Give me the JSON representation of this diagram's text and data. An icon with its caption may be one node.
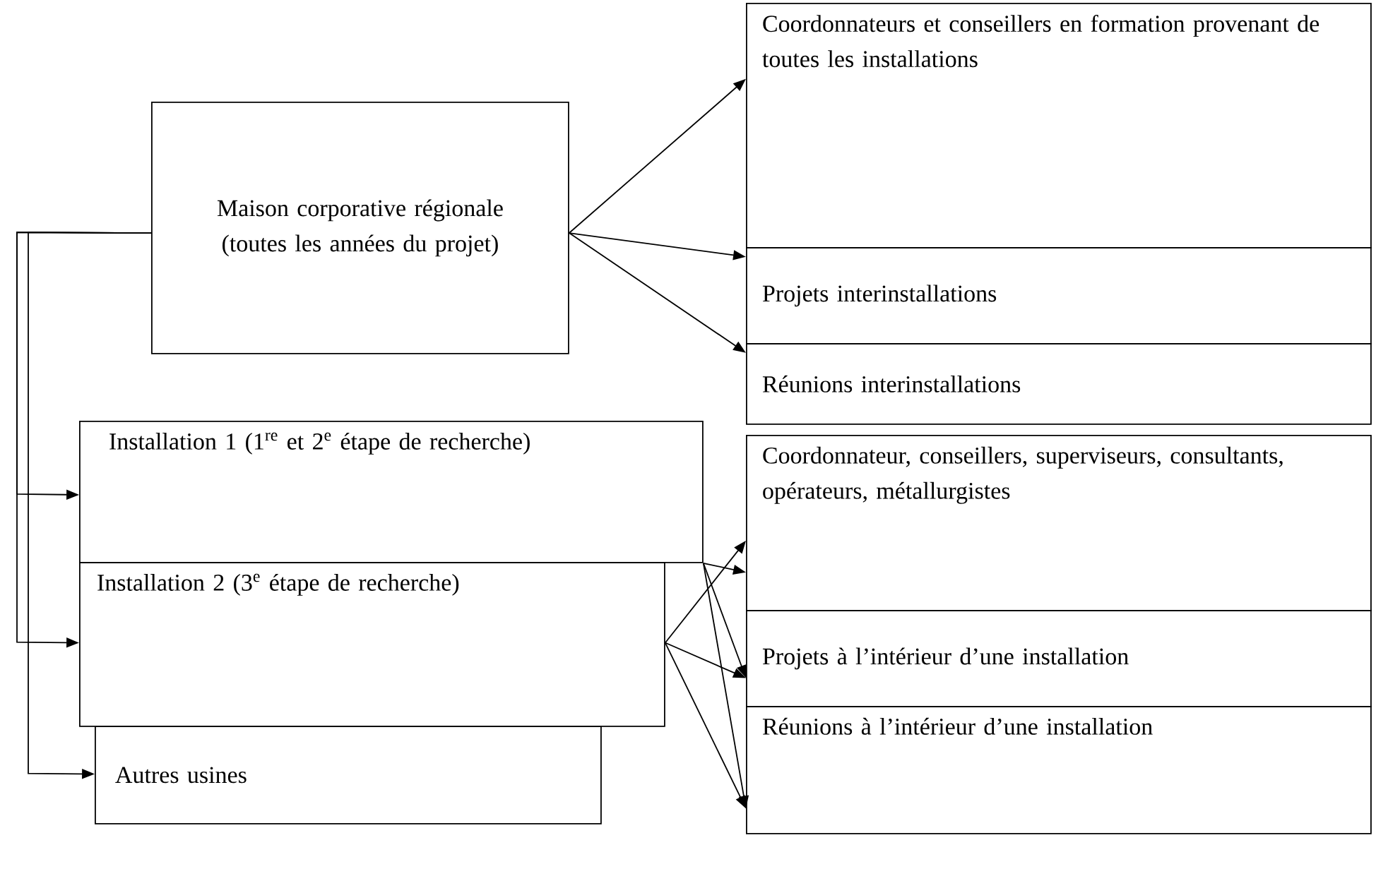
{
  "diagram": {
    "nodes": [
      {
        "text": [
          "Maison corporative régionale (toutes les années du projet)"
        ]
      },
      {
        "text": [
          "Coordonnateurs et conseillers en formation provenant de toutes les installations"
        ]
      },
      {
        "text": [
          "Projets interinstallations"
        ]
      },
      {
        "text": [
          "Réunions interinstallations"
        ]
      },
      {
        "text": [
          "Installation 1 (1$^{re}$ et 2$^{e}$ étape de recherche)"
        ]
      },
      {
        "text": [
          "Installation 2 (3$^{e}$ étape de recherche)"
        ]
      },
      {
        "text": [
          "Autres usines"
        ]
      },
      {
        "text": [
          "Coordonnateur, conseillers, superviseurs, consultants, opérateurs, métallurgistes"
        ]
      },
      {
        "text": [
          "Projets à l’intérieur d’une installation"
        ]
      },
      {
        "text": [
          "Réunions à l’intérieur d’une installation"
        ]
      }
    ],
    "edges": [
      {
        "from": 0,
        "to": 1,
        "arrow": "to"
      },
      {
        "from": 0,
        "to": 2,
        "arrow": "to"
      },
      {
        "from": 0,
        "to": 3,
        "arrow": "to"
      },
      {
        "from": 0,
        "to": 4,
        "arrow": "to"
      },
      {
        "from": 0,
        "to": 5,
        "arrow": "to"
      },
      {
        "from": 0,
        "to": 6,
        "arrow": "to"
      },
      {
        "from": 4,
        "to": 7,
        "arrow": "to"
      },
      {
        "from": 4,
        "to": 8,
        "arrow": "to"
      },
      {
        "from": 4,
        "to": 9,
        "arrow": "to"
      },
      {
        "from": 5,
        "to": 7,
        "arrow": "to"
      },
      {
        "from": 5,
        "to": 8,
        "arrow": "to"
      },
      {
        "from": 5,
        "to": 9,
        "arrow": "to"
      }
    ]
  }
}
